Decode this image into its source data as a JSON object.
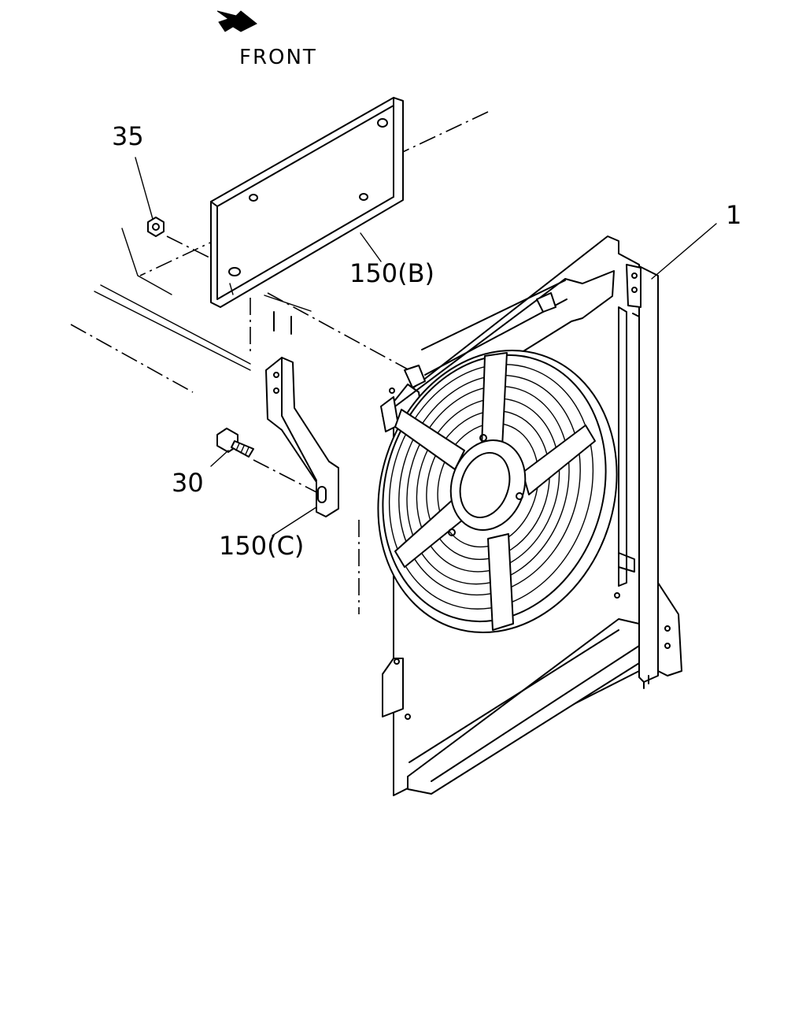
{
  "front_label": "FRONT",
  "callouts": {
    "c35": "35",
    "c1": "1",
    "c150b": "150(B)",
    "c30": "30",
    "c150c": "150(C)"
  },
  "icons": {
    "front_arrow": "front-arrow-icon"
  }
}
